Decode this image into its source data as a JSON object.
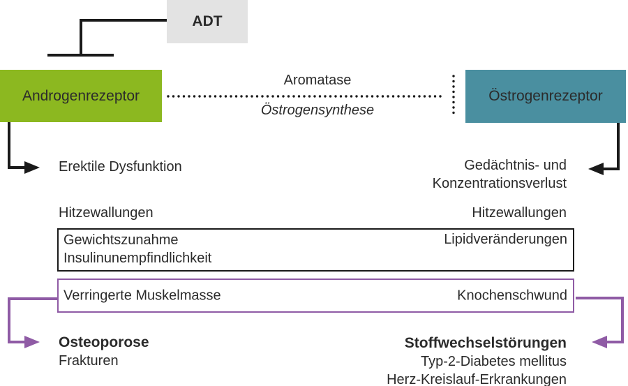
{
  "colors": {
    "green": "#8CB820",
    "teal": "#4A8FA0",
    "purple": "#8F5BA5",
    "gray": "#E3E3E3",
    "text": "#2B2B2B",
    "line": "#1A1A1A",
    "bg": "#FFFFFF"
  },
  "adt": {
    "label": "ADT"
  },
  "receptors": {
    "androgen": {
      "label": "Androgenrezeptor"
    },
    "estrogen": {
      "label": "Östrogenrezeptor"
    }
  },
  "pathway": {
    "enzyme": "Aromatase",
    "process": "Östrogensynthese"
  },
  "androgen_effects": {
    "erectile": "Erektile Dysfunktion",
    "hot_flashes": "Hitzewallungen"
  },
  "estrogen_effects": {
    "memory_line1": "Gedächtnis- und",
    "memory_line2": "Konzentrationsverlust",
    "hot_flashes": "Hitzewallungen"
  },
  "metabolic_box": {
    "left_line1": "Gewichtszunahme",
    "left_line2": "Insulinunempfindlichkeit",
    "right": "Lipidveränderungen"
  },
  "musculoskeletal_box": {
    "left": "Verringerte Muskelmasse",
    "right": "Knochenschwund"
  },
  "outcomes": {
    "left": {
      "title": "Osteoporose",
      "subtitle": "Frakturen"
    },
    "right": {
      "title": "Stoffwechselstörungen",
      "line1": "Typ-2-Diabetes mellitus",
      "line2": "Herz-Kreislauf-Erkrankungen"
    }
  }
}
